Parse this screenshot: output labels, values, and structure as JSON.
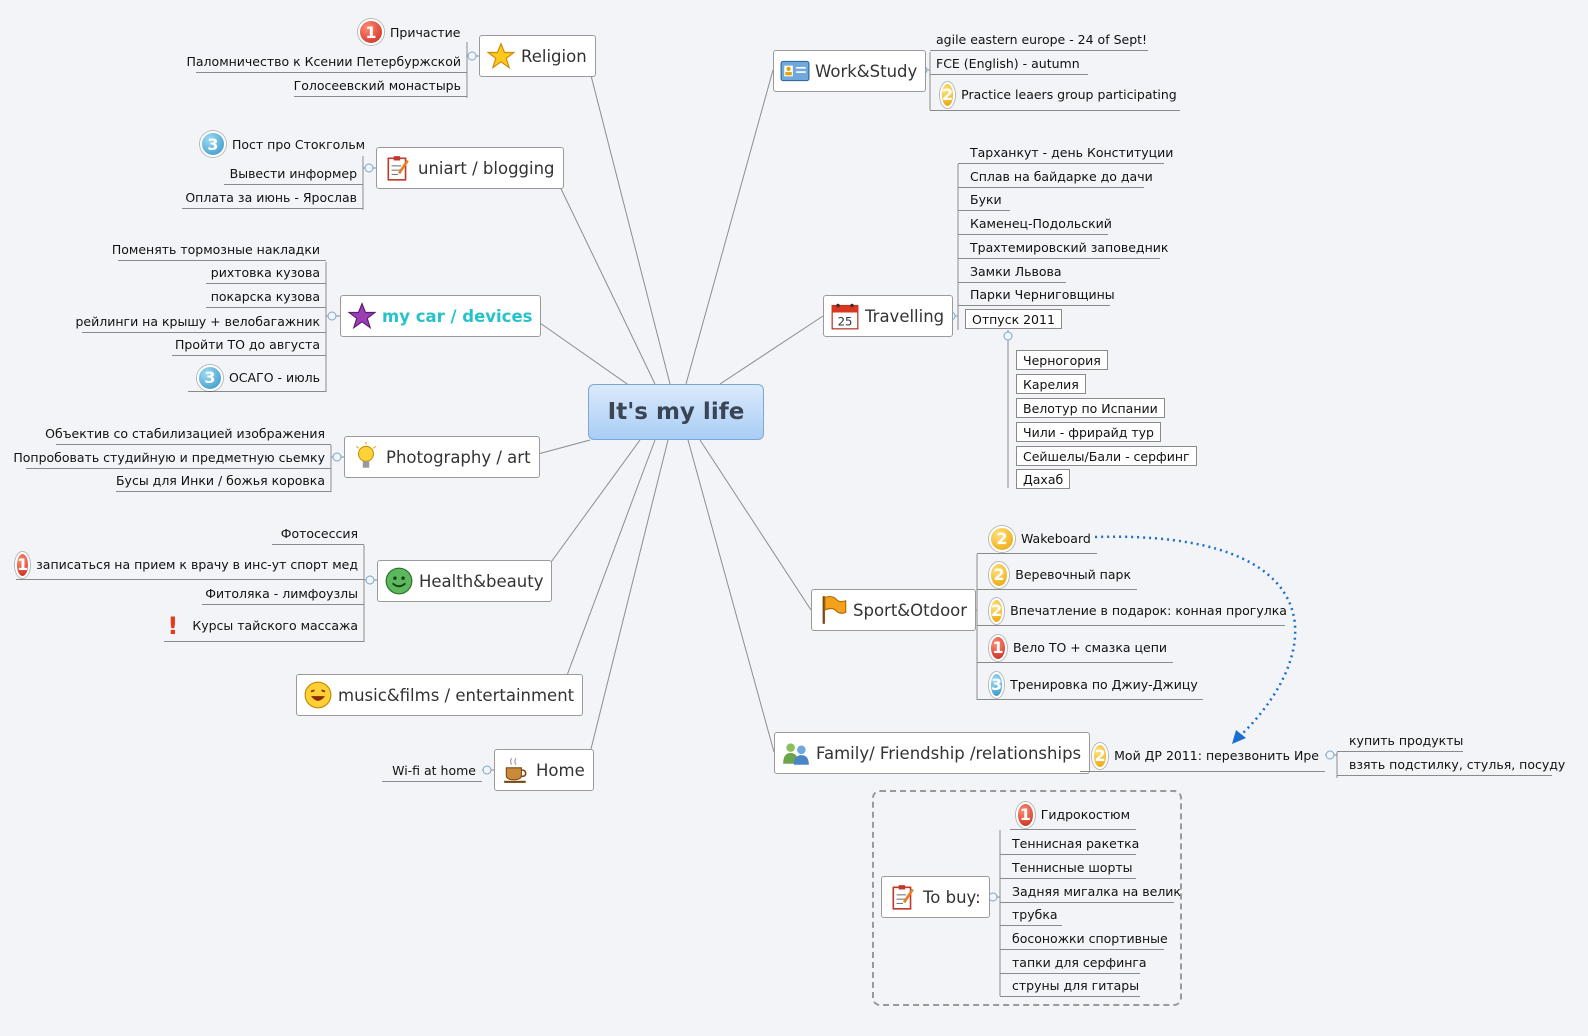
{
  "central": "It's my life",
  "icons": {
    "religion": "star-icon",
    "blogging": "notepad-icon",
    "car": "purple-star-icon",
    "photo": "lightbulb-icon",
    "health": "smiley-icon",
    "music": "laughing-face-icon",
    "home": "coffee-cup-icon",
    "work": "id-card-icon",
    "travel": "calendar-icon",
    "sport": "flag-icon",
    "family": "people-icon",
    "tobuy": "notepad-icon"
  },
  "colors": {
    "central_top": "#dbeafc",
    "central_bottom": "#a9cdf5",
    "cyan_topic": "#25c3c9",
    "relationship_arrow": "#1a6fd1"
  },
  "left": {
    "religion": {
      "label": "Religion",
      "items": [
        {
          "text": "Причастие",
          "priority": "1"
        },
        {
          "text": "Паломничество к Ксении Петербуржской"
        },
        {
          "text": "Голосеевский монастырь"
        }
      ]
    },
    "blogging": {
      "label": "uniart / blogging",
      "items": [
        {
          "text": "Пост про Стокгольм",
          "priority": "3"
        },
        {
          "text": "Вывести информер"
        },
        {
          "text": "Оплата за июнь - Ярослав"
        }
      ]
    },
    "car": {
      "label": "my car / devices",
      "items": [
        {
          "text": "Поменять тормозные накладки"
        },
        {
          "text": "рихтовка кузова"
        },
        {
          "text": "покарска кузова"
        },
        {
          "text": "рейлинги на крышу + велобагажник"
        },
        {
          "text": "Пройти ТО до августа"
        },
        {
          "text": "ОСАГО - июль",
          "priority": "3"
        }
      ]
    },
    "photo": {
      "label": "Photography / art",
      "items": [
        {
          "text": "Объектив со стабилизацией изображения"
        },
        {
          "text": "Попробовать студийную и предметную сьемку"
        },
        {
          "text": "Бусы для Инки / божья коровка"
        }
      ]
    },
    "health": {
      "label": "Health&beauty",
      "items": [
        {
          "text": "Фотосессия"
        },
        {
          "text": "записаться на прием к врачу в инс-ут спорт мед",
          "priority": "1"
        },
        {
          "text": "Фитоляка - лимфоузлы"
        },
        {
          "text": "Курсы тайского массажа",
          "marker": "!"
        }
      ]
    },
    "music": {
      "label": "music&films / entertainment"
    },
    "home": {
      "label": "Home",
      "items": [
        {
          "text": "Wi-fi at home"
        }
      ]
    }
  },
  "right": {
    "work": {
      "label": "Work&Study",
      "items": [
        {
          "text": "agile eastern europe - 24 of Sept!"
        },
        {
          "text": "FCE (English) - autumn"
        },
        {
          "text": "Practice leaers group participating",
          "priority": "2"
        }
      ]
    },
    "travel": {
      "label": "Travelling",
      "items": [
        {
          "text": "Тарханкут - день Конституции"
        },
        {
          "text": "Сплав на байдарке до дачи"
        },
        {
          "text": "Буки"
        },
        {
          "text": "Каменец-Подольский"
        },
        {
          "text": "Трахтемировский заповедник"
        },
        {
          "text": "Замки Львова"
        },
        {
          "text": "Парки Черниговщины"
        },
        {
          "text": "Отпуск 2011"
        }
      ],
      "vacation": [
        "Черногория",
        "Карелия",
        "Велотур по Испании",
        "Чили - фрирайд тур",
        "Сейшелы/Бали - серфинг",
        "Дахаб"
      ]
    },
    "sport": {
      "label": "Sport&Otdoor",
      "items": [
        {
          "text": "Wakeboard",
          "priority": "2"
        },
        {
          "text": "Веревочный парк",
          "priority": "2"
        },
        {
          "text": "Впечатление в подарок: конная прогулка",
          "priority": "2"
        },
        {
          "text": "Вело ТО + смазка цепи",
          "priority": "1"
        },
        {
          "text": "Тренировка по Джиу-Джицу",
          "priority": "3"
        }
      ]
    },
    "family": {
      "label": "Family/ Friendship /relationships",
      "items": [
        {
          "text": "Мой ДР 2011: перезвонить Ире",
          "priority": "2"
        }
      ],
      "sub_items": [
        "купить продукты",
        "взять подстилку, стулья, посуду"
      ]
    }
  },
  "tobuy": {
    "label": "To buy:",
    "items": [
      {
        "text": "Гидрокостюм",
        "priority": "1"
      },
      {
        "text": "Теннисная ракетка"
      },
      {
        "text": "Теннисные шорты"
      },
      {
        "text": "Задняя мигалка на велик"
      },
      {
        "text": "трубка"
      },
      {
        "text": "босоножки спортивные"
      },
      {
        "text": "тапки для серфинга"
      },
      {
        "text": "струны для гитары"
      }
    ]
  }
}
